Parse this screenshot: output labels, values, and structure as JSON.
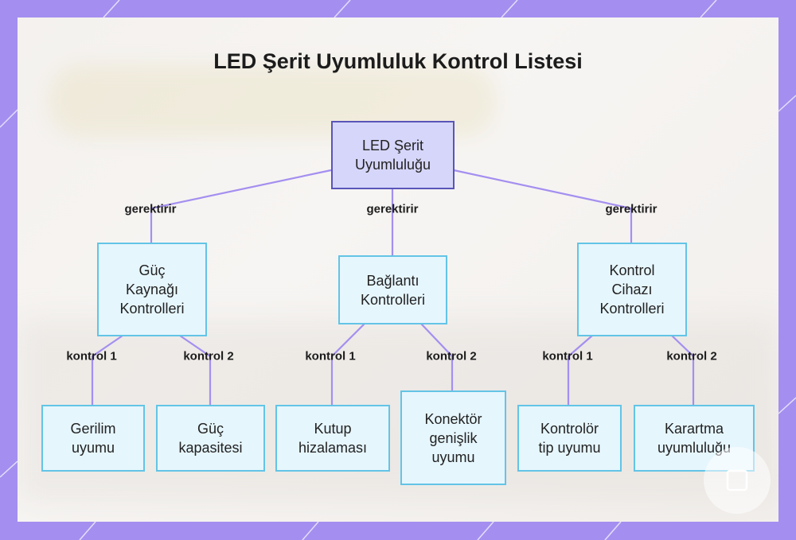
{
  "title": "LED Şerit Uyumluluk Kontrol Listesi",
  "colors": {
    "frame": "#a48ff0",
    "edge": "#a48ff0",
    "root_fill": "#d6d6fa",
    "root_border": "#5a55b8",
    "node_fill": "#e6f6fd",
    "node_border": "#63c4e6"
  },
  "nodes": {
    "root": "LED Şerit\nUyumluluğu",
    "power": "Güç\nKaynağı\nKontrolleri",
    "connection": "Bağlantı\nKontrolleri",
    "controller": "Kontrol\nCihazı\nKontrolleri",
    "voltage": "Gerilim\nuyumu",
    "capacity": "Güç\nkapasitesi",
    "polarity": "Kutup\nhizalaması",
    "width": "Konektör\ngenişlik\nuyumu",
    "ctype": "Kontrolör\ntip uyumu",
    "dimming": "Karartma\nuyumluluğu"
  },
  "edge_labels": {
    "requires": "gerektirir",
    "check1": "kontrol 1",
    "check2": "kontrol 2"
  }
}
